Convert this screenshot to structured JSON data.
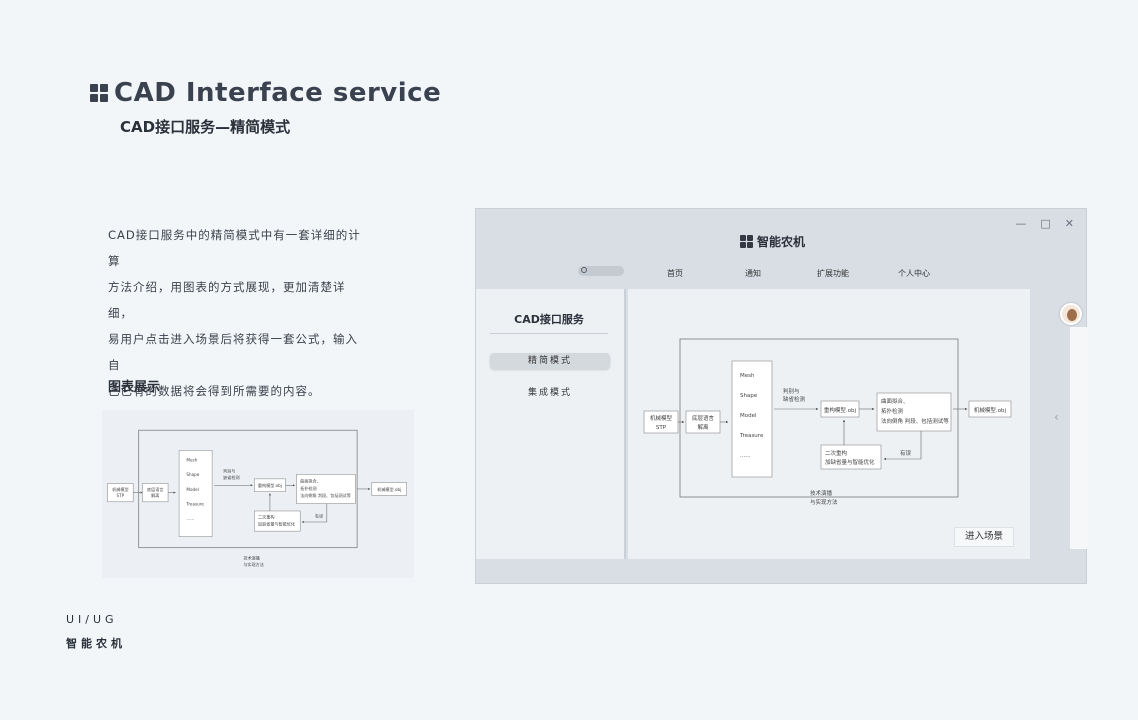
{
  "header": {
    "title": "CAD Interface service",
    "subtitle": "CAD接口服务—精简模式"
  },
  "description": {
    "lines": [
      "CAD接口服务中的精简模式中有一套详细的计算",
      "方法介绍，用图表的方式展现，更加清楚详细，",
      "易用户点击进入场景后将获得一套公式，输入自",
      "己已有的数据将会得到所需要的内容。"
    ]
  },
  "section_label": "图表展示",
  "footer": {
    "line1": "UI/UG",
    "line2": "智能农机"
  },
  "app": {
    "window_controls": [
      "—",
      "□",
      "✕"
    ],
    "brand": "智能农机",
    "nav": [
      "首页",
      "通知",
      "扩展功能",
      "个人中心"
    ],
    "sidebar": {
      "title": "CAD接口服务",
      "items": [
        "精简模式",
        "集成模式"
      ]
    },
    "enter_button": "进入场景",
    "collapse_icon": "‹"
  },
  "diagram": {
    "input": [
      "机械模型",
      "STP"
    ],
    "preprocess": [
      "底层语言",
      "解离"
    ],
    "stack": [
      "Mesh",
      "Shape",
      "Model",
      "Treasure",
      "......"
    ],
    "judge": [
      "判别与",
      "缺省检测"
    ],
    "rebuild": "重构模型.obj",
    "fit": [
      "曲面拟合、",
      "拓扑检测",
      "法向倒角 判段、包括测试等"
    ],
    "secondary": [
      "二次重构",
      "加缺省量与智能优化"
    ],
    "error": "有误",
    "output": "机械模型.obj",
    "caption": [
      "技术演播",
      "与实现方法"
    ]
  },
  "colors": {
    "background": "#f3f6f9",
    "app_frame": "#d8dee4",
    "panel": "#eef1f4",
    "text_dark": "#2b313b"
  },
  "icons": [
    "logo-grid-icon",
    "search-icon",
    "minimize-icon",
    "maximize-icon",
    "close-icon",
    "avatar",
    "chevron-left-icon"
  ]
}
